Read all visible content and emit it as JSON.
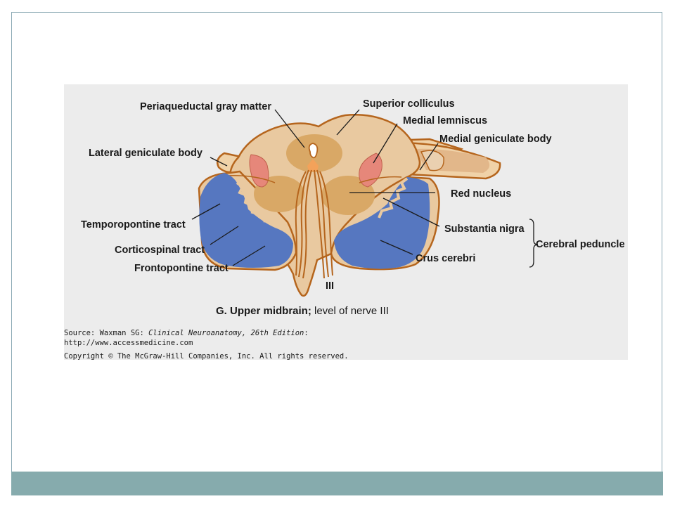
{
  "labels": {
    "periaqueductal": "Periaqueductal gray matter",
    "superior_colliculus": "Superior colliculus",
    "medial_lemniscus": "Medial lemniscus",
    "medial_geniculate": "Medial geniculate body",
    "lateral_geniculate": "Lateral geniculate body",
    "red_nucleus": "Red nucleus",
    "temporopontine": "Temporopontine tract",
    "substantia_nigra": "Substantia nigra",
    "cerebral_peduncle": "Cerebral peduncle",
    "corticospinal": "Corticospinal tract",
    "crus_cerebri": "Crus cerebri",
    "frontopontine": "Frontopontine tract",
    "nerve": "III"
  },
  "caption": {
    "bold": "G. Upper midbrain;",
    "rest": " level of nerve III"
  },
  "source": {
    "prefix": "Source: Waxman SG: ",
    "title": "Clinical Neuroanatomy, 26th Edition",
    "suffix": ":",
    "url": "http://www.accessmedicine.com",
    "copyright": "Copyright © The McGraw-Hill Companies, Inc. All rights reserved."
  },
  "colors": {
    "tissue": "#e9c9a0",
    "outline": "#b5651d",
    "darker_region": "#d9a866",
    "peduncle": "#5677c0",
    "lemniscus": "#e6877a",
    "footer": "#86abad"
  }
}
